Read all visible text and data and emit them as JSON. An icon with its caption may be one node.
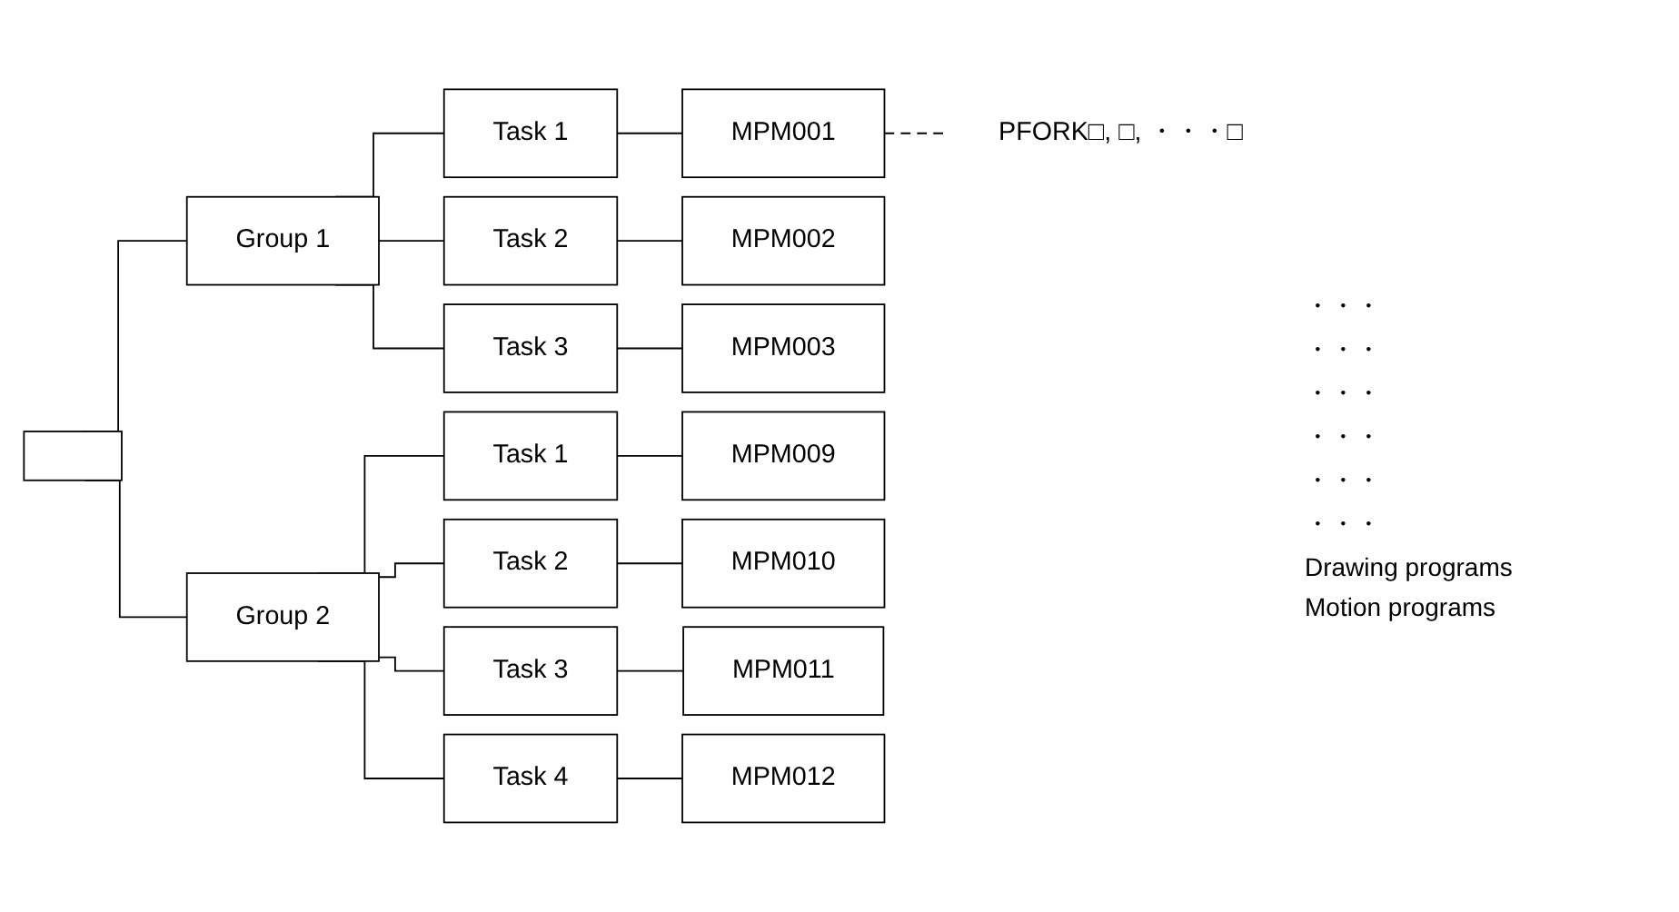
{
  "diagram": {
    "nodes": [
      {
        "text": [],
        "shape": "box"
      },
      {
        "text": [
          "Group 1"
        ]
      },
      {
        "text": [
          "Task 1"
        ]
      },
      {
        "text": [
          "Task 2"
        ]
      },
      {
        "text": [
          "Task 3"
        ]
      },
      {
        "text": [
          "MPM001"
        ]
      },
      {
        "text": [
          "MPM002"
        ]
      },
      {
        "text": [
          "MPM003"
        ]
      },
      {
        "text": [
          "PFORK□, □, ・・・□"
        ]
      },
      {
        "text": [
          "Group 2"
        ]
      },
      {
        "text": [
          "Task 1"
        ]
      },
      {
        "text": [
          "Task 2"
        ]
      },
      {
        "text": [
          "Task 3"
        ]
      },
      {
        "text": [
          "Task 4"
        ]
      },
      {
        "text": [
          "MPM009"
        ]
      },
      {
        "text": [
          "MPM010"
        ]
      },
      {
        "text": [
          "MPM011"
        ]
      },
      {
        "text": [
          "MPM012"
        ]
      }
    ],
    "edges": [
      {
        "from": 0,
        "to": 1,
        "arrow": "none"
      },
      {
        "from": 0,
        "to": 9,
        "arrow": "none"
      },
      {
        "from": 1,
        "to": 2,
        "arrow": "none"
      },
      {
        "from": 1,
        "to": 3,
        "arrow": "none"
      },
      {
        "from": 1,
        "to": 4,
        "arrow": "none"
      },
      {
        "from": 2,
        "to": 5,
        "arrow": "none"
      },
      {
        "from": 3,
        "to": 6,
        "arrow": "none"
      },
      {
        "from": 4,
        "to": 7,
        "arrow": "none"
      },
      {
        "from": 5,
        "to": 8,
        "arrow": "none",
        "style": "dashed"
      },
      {
        "from": 9,
        "to": 10,
        "arrow": "none"
      },
      {
        "from": 9,
        "to": 11,
        "arrow": "none"
      },
      {
        "from": 9,
        "to": 12,
        "arrow": "none"
      },
      {
        "from": 9,
        "to": 13,
        "arrow": "none"
      },
      {
        "from": 10,
        "to": 14,
        "arrow": "none"
      },
      {
        "from": 11,
        "to": 15,
        "arrow": "none"
      },
      {
        "from": 12,
        "to": 16,
        "arrow": "none"
      },
      {
        "from": 13,
        "to": 17,
        "arrow": "none"
      }
    ],
    "labels": [
      "・・・",
      "・・・",
      "・・・",
      "・・・",
      "・・・",
      "・・・",
      "Drawing programs",
      "Motion programs"
    ]
  }
}
